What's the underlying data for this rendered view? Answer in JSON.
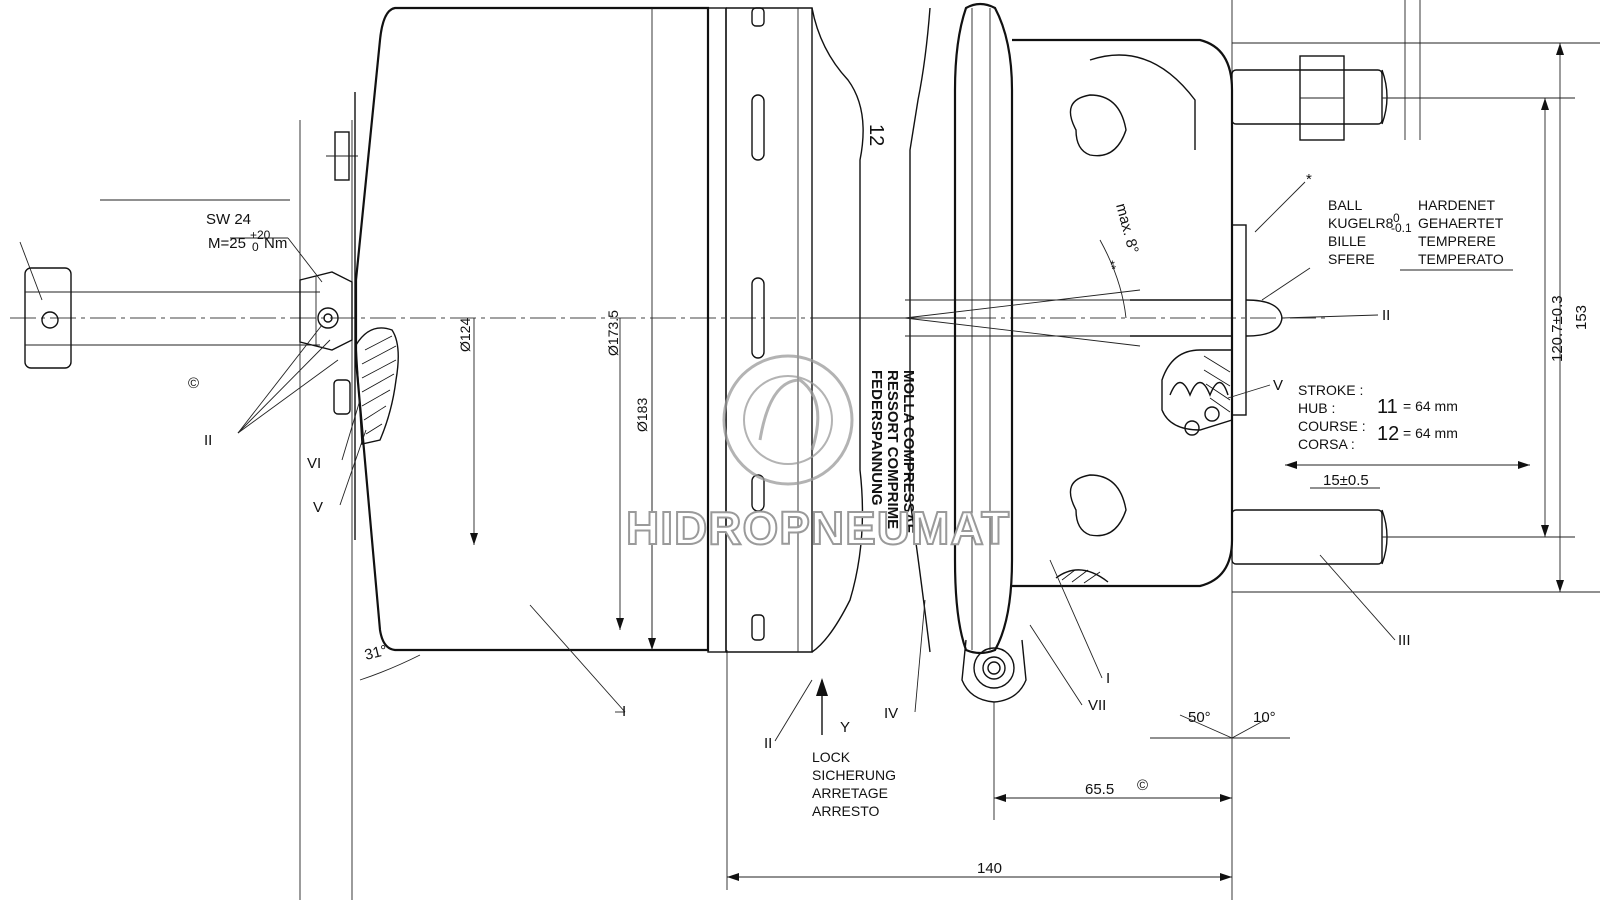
{
  "watermark": "HIDROPNEUMAT",
  "housing_number": "12",
  "diameters": {
    "d1": "Ø124",
    "d2": "Ø173.5",
    "d3": "Ø183"
  },
  "wrench": {
    "size": "SW 24",
    "torque_prefix": "M=25",
    "tol_upper": "+20",
    "tol_lower": "0",
    "torque_unit": "Nm"
  },
  "angle_31": "31°",
  "tilt": {
    "label": "max. 8°",
    "stars": "**"
  },
  "star": "*",
  "ball": {
    "words": [
      "BALL",
      "KUGELR8",
      "BILLE",
      "SFERE"
    ],
    "tol_upper": "0",
    "tol_lower": "-0.1",
    "hardened": [
      "HARDENET",
      "GEHAERTET",
      "TEMPRERE",
      "TEMPERATO"
    ]
  },
  "stroke": {
    "labels": [
      "STROKE :",
      "HUB     :",
      "COURSE :",
      "CORSA   :"
    ],
    "row1_num": "11",
    "row1_val": "= 64 mm",
    "row2_num": "12",
    "row2_val": "= 64 mm"
  },
  "pushrod_dim": "15±0.5",
  "bolt_spacing": "120.7±0.3",
  "height_153": "153",
  "angles": {
    "a50": "50°",
    "a10": "10°"
  },
  "dim_65": "65.5",
  "dim_140": "140",
  "copyright": "©",
  "lock": [
    "LOCK",
    "SICHERUNG",
    "ARRETAGE",
    "ARRESTO"
  ],
  "y_label": "Y",
  "band_text": [
    "FEDERSPANNUNG",
    "RESSORT COMPRIME",
    "MOLLA COMPRESSAE"
  ],
  "callouts": {
    "I": "I",
    "II": "II",
    "III": "III",
    "IV": "IV",
    "V": "V",
    "VI": "VI",
    "VII": "VII"
  }
}
